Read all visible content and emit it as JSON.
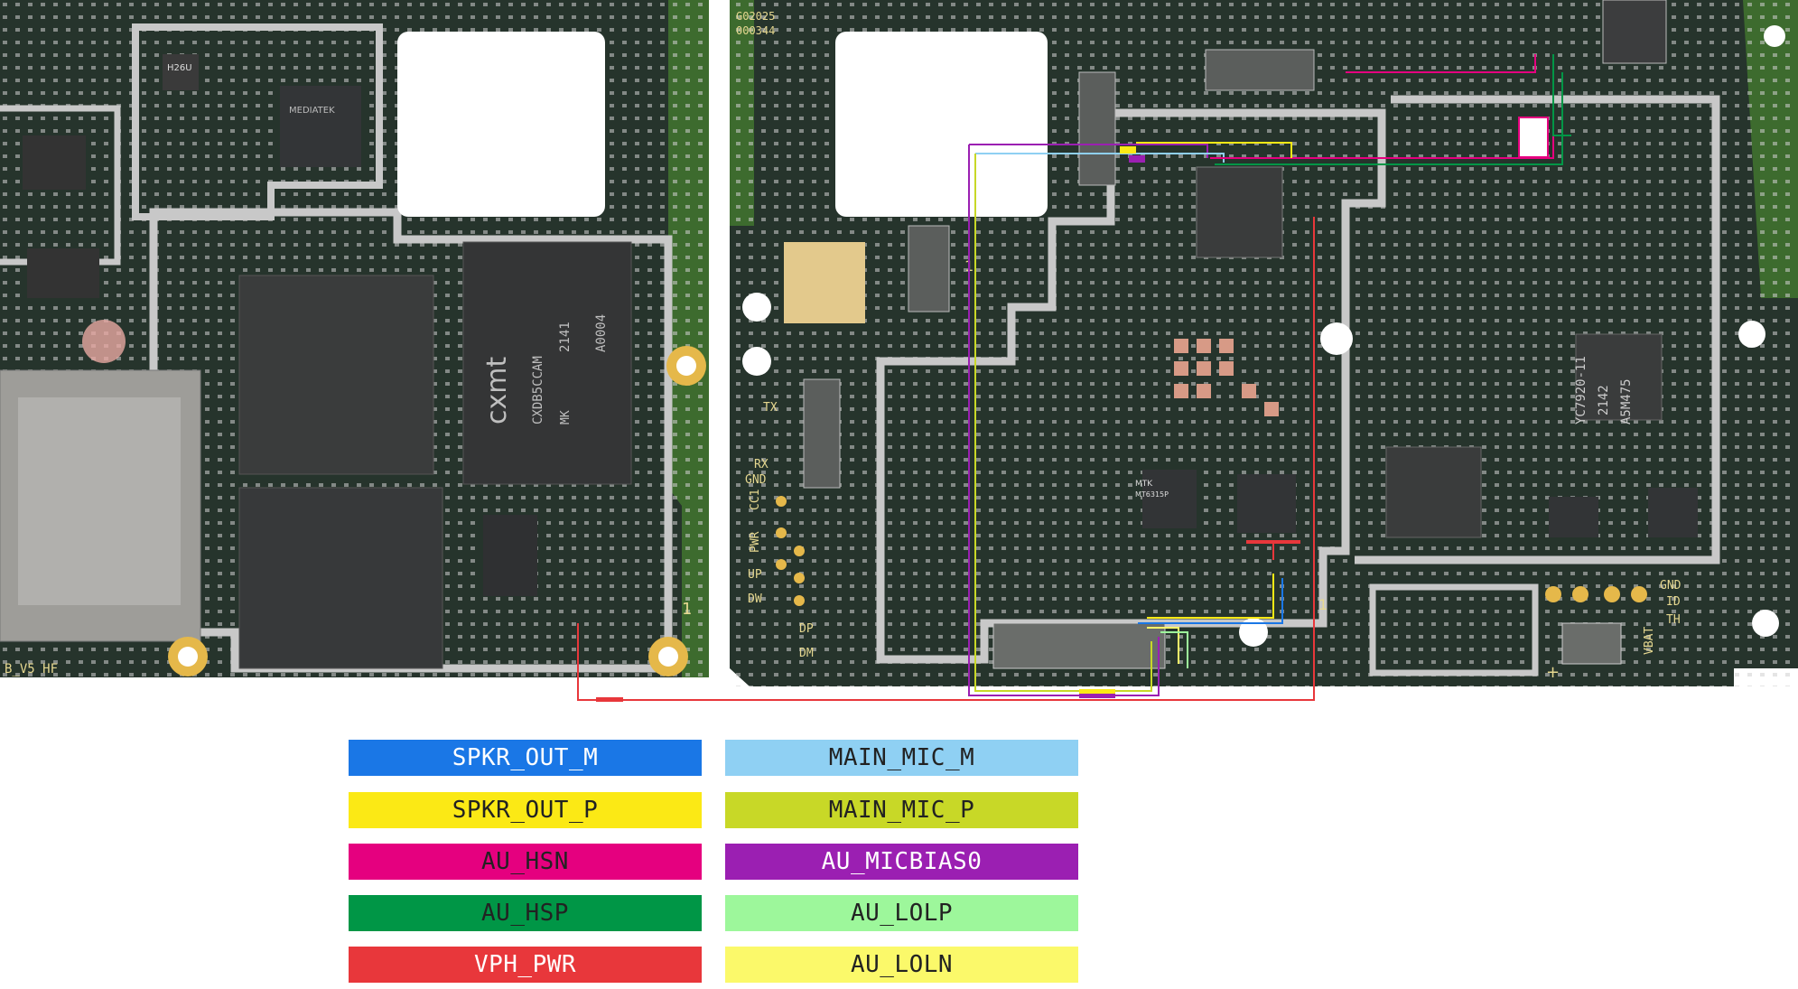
{
  "board": {
    "silk": {
      "left_bottom": "B_V5 HF",
      "h26u": "H26U",
      "mediatek_top": "MEDIATEK",
      "chip_cxmt": "cxmt",
      "chip_code": "CXDB5CCAM",
      "chip_year": "2141",
      "chip_ref": "A0004",
      "chip_mk": "MK",
      "board_id_1": "G02025",
      "board_id_2": "000344",
      "tx": "TX",
      "rx": "RX",
      "gnd": "GND",
      "cc1": "CC1",
      "pwr": "PWR",
      "up": "UP",
      "dw": "DW",
      "dp": "DP",
      "dm": "DM",
      "mtk": "MTK",
      "pmic": "MT6315P",
      "pa_code": "YC7920-11",
      "pa_year": "2142",
      "pa_lot": "A5M475",
      "right_gnd": "GND",
      "right_id": "ID",
      "right_th": "TH",
      "right_vbat": "VBAT",
      "plus": "+",
      "one_a": "1",
      "one_b": "1",
      "one_c": "1"
    }
  },
  "legend": [
    {
      "label": "SPKR_OUT_M",
      "bg": "#1a77e6",
      "fg": "#ffffff"
    },
    {
      "label": "MAIN_MIC_M",
      "bg": "#8fd0f3",
      "fg": "#222222"
    },
    {
      "label": "SPKR_OUT_P",
      "bg": "#fbe915",
      "fg": "#222222"
    },
    {
      "label": "MAIN_MIC_P",
      "bg": "#c8d827",
      "fg": "#222222"
    },
    {
      "label": "AU_HSN",
      "bg": "#e5007f",
      "fg": "#222222"
    },
    {
      "label": "AU_MICBIAS0",
      "bg": "#9b1fb2",
      "fg": "#ffffff"
    },
    {
      "label": "AU_HSP",
      "bg": "#009646",
      "fg": "#222222"
    },
    {
      "label": "AU_LOLP",
      "bg": "#9df79b",
      "fg": "#222222"
    },
    {
      "label": "VPH_PWR",
      "bg": "#e8373b",
      "fg": "#ffffff"
    },
    {
      "label": "AU_LOLN",
      "bg": "#fbf96a",
      "fg": "#222222"
    }
  ]
}
